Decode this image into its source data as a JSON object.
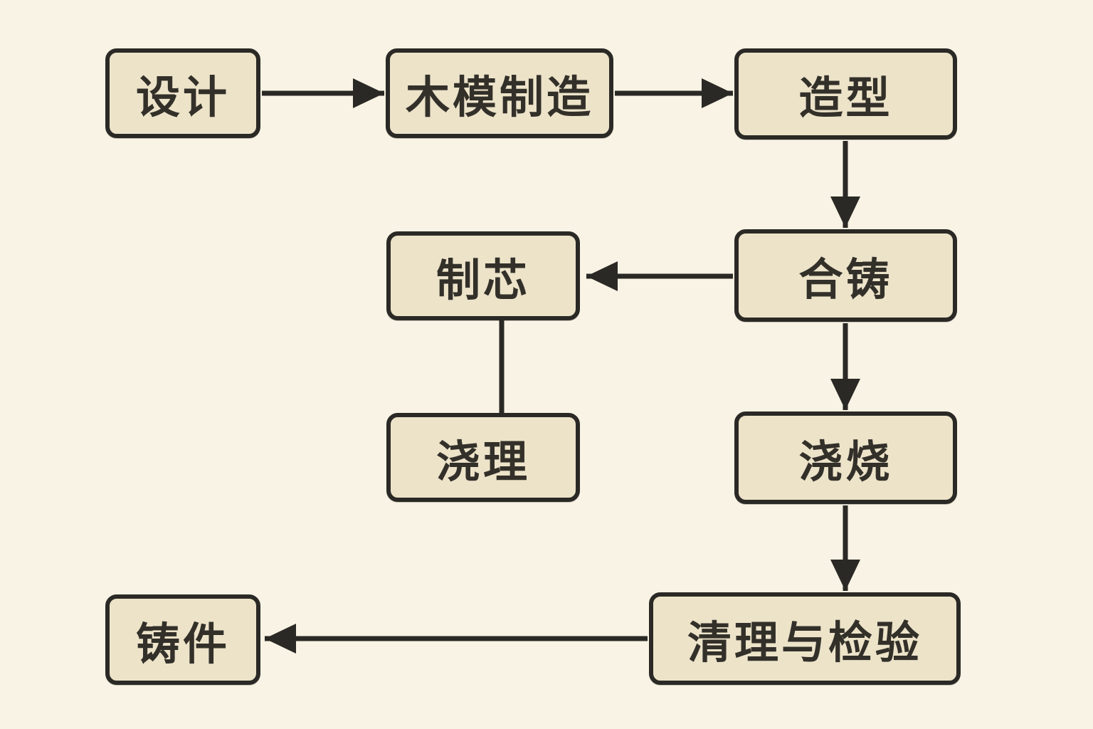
{
  "diagram": {
    "type": "flowchart",
    "colors": {
      "background": "#f8f3e4",
      "node_fill": "#ece3c9",
      "stroke": "#2b2925",
      "text": "#33302a"
    },
    "nodes": [
      {
        "id": "design",
        "label": "设计"
      },
      {
        "id": "wood-pattern-making",
        "label": "木模制造"
      },
      {
        "id": "molding",
        "label": "造型"
      },
      {
        "id": "core-making",
        "label": "制芯"
      },
      {
        "id": "mold-assembly",
        "label": "合铸"
      },
      {
        "id": "pour-prep",
        "label": "浇理"
      },
      {
        "id": "pouring",
        "label": "浇烧"
      },
      {
        "id": "cleaning-inspection",
        "label": "清理与检验"
      },
      {
        "id": "casting",
        "label": "铸件"
      }
    ],
    "edges": [
      {
        "from": "设计",
        "to": "木模制造",
        "style": "arrow"
      },
      {
        "from": "木模制造",
        "to": "造型",
        "style": "arrow"
      },
      {
        "from": "造型",
        "to": "合铸",
        "style": "arrow"
      },
      {
        "from": "合铸",
        "to": "制芯",
        "style": "arrow"
      },
      {
        "from": "制芯",
        "to": "浇理",
        "style": "plain-line"
      },
      {
        "from": "合铸",
        "to": "浇烧",
        "style": "arrow"
      },
      {
        "from": "浇烧",
        "to": "清理与检验",
        "style": "arrow"
      },
      {
        "from": "清理与检验",
        "to": "铸件",
        "style": "arrow"
      }
    ]
  }
}
